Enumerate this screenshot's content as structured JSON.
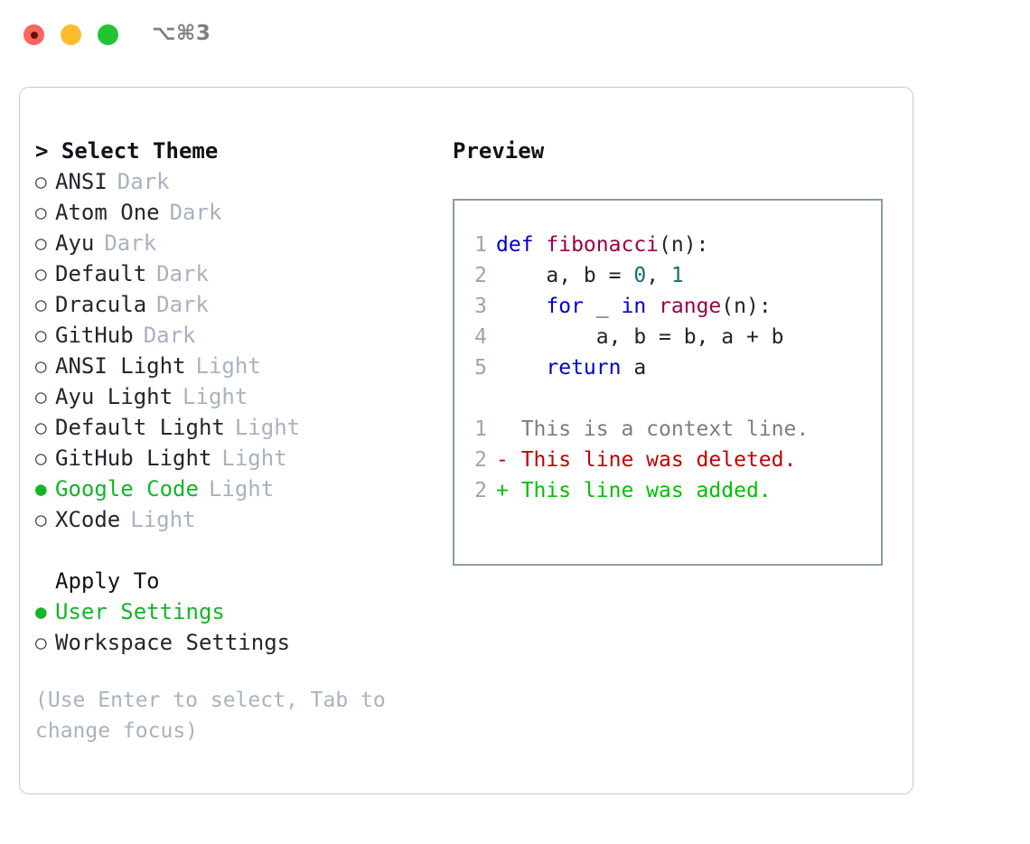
{
  "titlebar": {
    "shortcut": "⌥⌘3",
    "buttons": [
      {
        "name": "close-button",
        "color": "#f9655f"
      },
      {
        "name": "minimize-button",
        "color": "#fcbc2e"
      },
      {
        "name": "maximize-button",
        "color": "#24c334"
      }
    ]
  },
  "theme_picker": {
    "header": "> Select Theme",
    "items": [
      {
        "bullet": "○",
        "label": "ANSI",
        "variant": "Dark",
        "selected": false
      },
      {
        "bullet": "○",
        "label": "Atom One",
        "variant": "Dark",
        "selected": false
      },
      {
        "bullet": "○",
        "label": "Ayu",
        "variant": "Dark",
        "selected": false
      },
      {
        "bullet": "○",
        "label": "Default",
        "variant": "Dark",
        "selected": false
      },
      {
        "bullet": "○",
        "label": "Dracula",
        "variant": "Dark",
        "selected": false
      },
      {
        "bullet": "○",
        "label": "GitHub",
        "variant": "Dark",
        "selected": false
      },
      {
        "bullet": "○",
        "label": "ANSI Light",
        "variant": "Light",
        "selected": false
      },
      {
        "bullet": "○",
        "label": "Ayu Light",
        "variant": "Light",
        "selected": false
      },
      {
        "bullet": "○",
        "label": "Default Light",
        "variant": "Light",
        "selected": false
      },
      {
        "bullet": "○",
        "label": "GitHub Light",
        "variant": "Light",
        "selected": false
      },
      {
        "bullet": "●",
        "label": "Google Code",
        "variant": "Light",
        "selected": true
      },
      {
        "bullet": "○",
        "label": "XCode",
        "variant": "Light",
        "selected": false
      }
    ]
  },
  "apply_to": {
    "header": "Apply To",
    "items": [
      {
        "bullet": "●",
        "label": "User Settings",
        "selected": true
      },
      {
        "bullet": "○",
        "label": "Workspace Settings",
        "selected": false
      }
    ]
  },
  "hint": "(Use Enter to select, Tab to change focus)",
  "preview": {
    "title": "Preview",
    "code_lines": [
      {
        "number": "1",
        "tokens": [
          {
            "text": "def ",
            "type": "kw"
          },
          {
            "text": "fibonacci",
            "type": "fn"
          },
          {
            "text": "(n):",
            "type": "plain"
          }
        ]
      },
      {
        "number": "2",
        "tokens": [
          {
            "text": "    a, b = ",
            "type": "plain"
          },
          {
            "text": "0",
            "type": "num"
          },
          {
            "text": ", ",
            "type": "plain"
          },
          {
            "text": "1",
            "type": "num"
          }
        ]
      },
      {
        "number": "3",
        "tokens": [
          {
            "text": "    ",
            "type": "plain"
          },
          {
            "text": "for",
            "type": "kw"
          },
          {
            "text": " _ ",
            "type": "plain"
          },
          {
            "text": "in",
            "type": "kw"
          },
          {
            "text": " ",
            "type": "plain"
          },
          {
            "text": "range",
            "type": "fn"
          },
          {
            "text": "(n):",
            "type": "plain"
          }
        ]
      },
      {
        "number": "4",
        "tokens": [
          {
            "text": "        a, b = b, a + b",
            "type": "plain"
          }
        ]
      },
      {
        "number": "5",
        "tokens": [
          {
            "text": "    ",
            "type": "plain"
          },
          {
            "text": "return",
            "type": "kw"
          },
          {
            "text": " a",
            "type": "plain"
          }
        ]
      }
    ],
    "diff_lines": [
      {
        "number": "1",
        "tokens": [
          {
            "text": "  This is a context line.",
            "type": "ctx"
          }
        ]
      },
      {
        "number": "2",
        "tokens": [
          {
            "text": "- This line was deleted.",
            "type": "del"
          }
        ]
      },
      {
        "number": "2",
        "tokens": [
          {
            "text": "+ This line was added.",
            "type": "add"
          }
        ]
      }
    ]
  }
}
